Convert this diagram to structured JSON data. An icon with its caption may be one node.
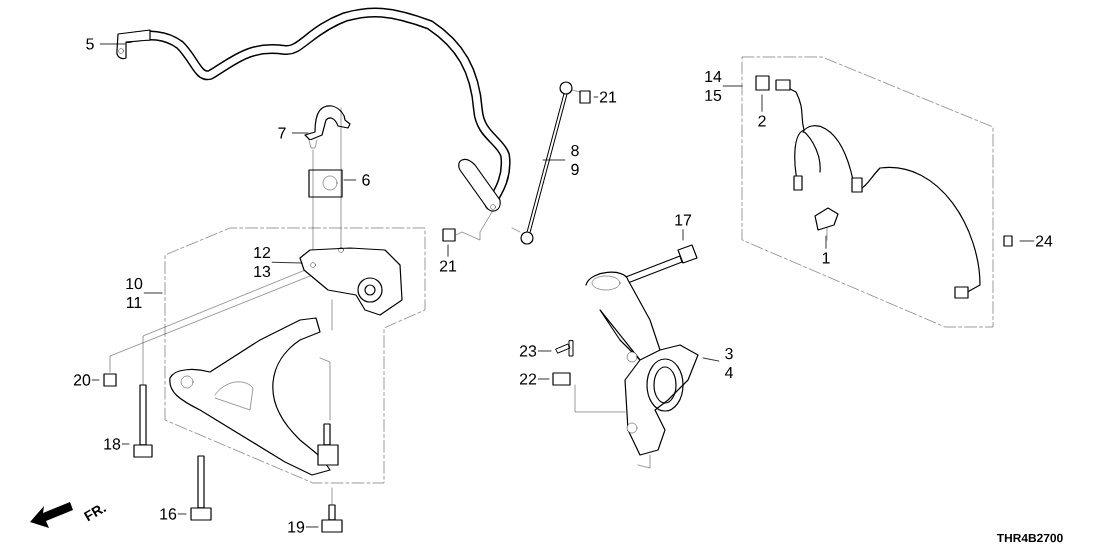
{
  "diagram": {
    "nodes": [
      {
        "text": [
          "5"
        ]
      },
      {
        "text": [
          "7"
        ]
      },
      {
        "text": [
          "6"
        ]
      },
      {
        "text": [
          "21"
        ]
      },
      {
        "text": [
          "8",
          "9"
        ]
      },
      {
        "text": [
          "12",
          "13"
        ]
      },
      {
        "text": [
          "10",
          "11"
        ]
      },
      {
        "text": [
          "21"
        ]
      },
      {
        "text": [
          "17"
        ]
      },
      {
        "text": [
          "20"
        ]
      },
      {
        "text": [
          "18"
        ]
      },
      {
        "text": [
          "16"
        ]
      },
      {
        "text": [
          "19"
        ]
      },
      {
        "text": [
          "23"
        ]
      },
      {
        "text": [
          "22"
        ]
      },
      {
        "text": [
          "3",
          "4"
        ]
      },
      {
        "text": [
          "14",
          "15"
        ]
      },
      {
        "text": [
          "2"
        ]
      },
      {
        "text": [
          "1"
        ]
      },
      {
        "text": [
          "24"
        ]
      }
    ],
    "edges": [
      {
        "from": 0,
        "to": null,
        "arrow": "none"
      },
      {
        "from": 1,
        "to": null,
        "arrow": "none"
      },
      {
        "from": 2,
        "to": null,
        "arrow": "none"
      },
      {
        "from": 3,
        "to": null,
        "arrow": "none"
      },
      {
        "from": 4,
        "to": null,
        "arrow": "none"
      },
      {
        "from": 5,
        "to": null,
        "arrow": "none"
      },
      {
        "from": 6,
        "to": null,
        "arrow": "none"
      },
      {
        "from": 7,
        "to": null,
        "arrow": "none"
      },
      {
        "from": 8,
        "to": null,
        "arrow": "none"
      },
      {
        "from": 9,
        "to": null,
        "arrow": "none"
      },
      {
        "from": 10,
        "to": null,
        "arrow": "none"
      },
      {
        "from": 11,
        "to": null,
        "arrow": "none"
      },
      {
        "from": 12,
        "to": null,
        "arrow": "none"
      },
      {
        "from": 13,
        "to": null,
        "arrow": "none"
      },
      {
        "from": 14,
        "to": null,
        "arrow": "none"
      },
      {
        "from": 15,
        "to": null,
        "arrow": "none"
      },
      {
        "from": 16,
        "to": null,
        "arrow": "none"
      },
      {
        "from": 17,
        "to": null,
        "arrow": "none"
      },
      {
        "from": 18,
        "to": null,
        "arrow": "none"
      },
      {
        "from": 19,
        "to": null,
        "arrow": "none"
      }
    ],
    "labels": [
      "FR.",
      "THR4B2700"
    ]
  }
}
